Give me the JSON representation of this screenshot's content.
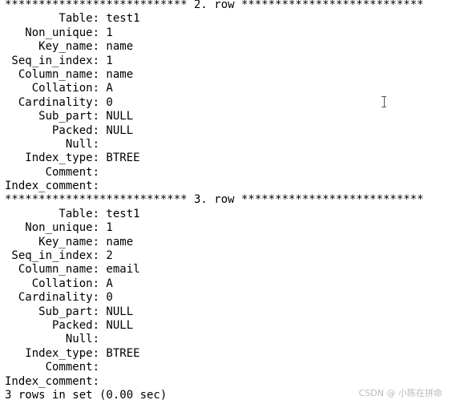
{
  "terminal": {
    "lines": [
      "*************************** 2. row ***************************",
      "        Table: test1",
      "   Non_unique: 1",
      "     Key_name: name",
      " Seq_in_index: 1",
      "  Column_name: name",
      "    Collation: A",
      "  Cardinality: 0",
      "     Sub_part: NULL",
      "       Packed: NULL",
      "         Null: ",
      "   Index_type: BTREE",
      "      Comment: ",
      "Index_comment: ",
      "*************************** 3. row ***************************",
      "        Table: test1",
      "   Non_unique: 1",
      "     Key_name: name",
      " Seq_in_index: 2",
      "  Column_name: email",
      "    Collation: A",
      "  Cardinality: 0",
      "     Sub_part: NULL",
      "       Packed: NULL",
      "         Null: ",
      "   Index_type: BTREE",
      "      Comment: ",
      "Index_comment: ",
      "3 rows in set (0.00 sec)"
    ],
    "text_color": "#000000",
    "background_color": "#ffffff"
  },
  "watermark": {
    "text": "CSDN @ 小陈在拼命"
  },
  "cursor": {
    "icon": "text-cursor-icon"
  }
}
